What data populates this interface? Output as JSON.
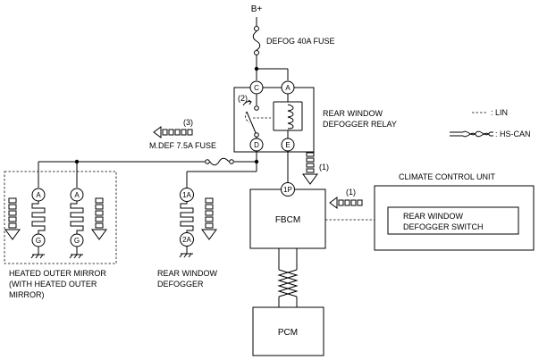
{
  "labels": {
    "battery": "B+",
    "defog_fuse": "DEFOG 40A FUSE",
    "relay_line1": "REAR WINDOW",
    "relay_line2": "DEFOGGER RELAY",
    "mdef_fuse": "M.DEF 7.5A FUSE",
    "step1": "(1)",
    "step1b": "(1)",
    "step2": "(2)",
    "step3": "(3)",
    "legend_lin": ": LIN",
    "legend_hscan": ": HS-CAN",
    "climate_unit": "CLIMATE CONTROL UNIT",
    "switch_line1": "REAR WINDOW",
    "switch_line2": "DEFOGGER SWITCH",
    "fbcm": "FBCM",
    "pcm": "PCM",
    "mirror_line1": "HEATED OUTER MIRROR",
    "mirror_line2": "(WITH HEATED OUTER",
    "mirror_line3": "MIRROR)",
    "defogger_line1": "REAR WINDOW",
    "defogger_line2": "DEFOGGER"
  },
  "pins": {
    "relay_c": "C",
    "relay_a": "A",
    "relay_d": "D",
    "relay_e": "E",
    "fbcm_1p": "1P",
    "mirror_left_a": "A",
    "mirror_left_g": "G",
    "mirror_right_a": "A",
    "mirror_right_g": "G",
    "defogger_1a": "1A",
    "defogger_2a": "2A"
  }
}
